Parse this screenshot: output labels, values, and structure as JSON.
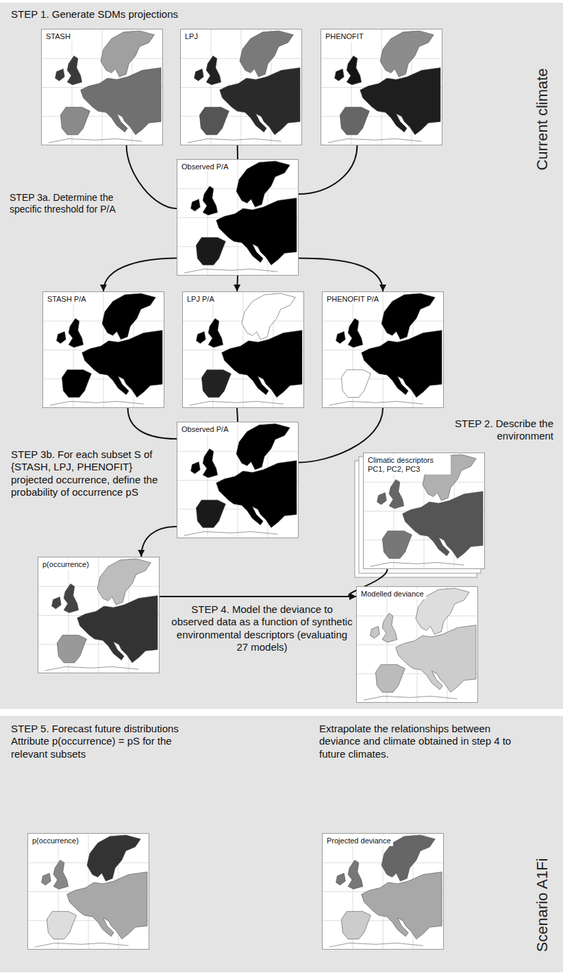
{
  "diagram": {
    "nodes": [
      {
        "text": [
          "STEP 1. Generate SDMs projections",
          "Current climate",
          "STEP 3a. Determine the specific threshold for P/A",
          "STEP 2. Describe the environment",
          "STEP 3b. For each subset S of {STASH, LPJ, PHENOFIT} projected occurrence, define the probability of occurrence pS",
          "STEP 4. Model the deviance to observed data as a function of synthetic environmental descriptors (evaluating 27 models)"
        ]
      },
      {
        "text": [
          "STASH"
        ],
        "in": 0
      },
      {
        "text": [
          "LPJ"
        ],
        "in": 0
      },
      {
        "text": [
          "PHENOFIT"
        ],
        "in": 0
      },
      {
        "text": [
          "Observed P/A"
        ],
        "in": 0
      },
      {
        "text": [
          "STASH P/A"
        ],
        "in": 0
      },
      {
        "text": [
          "LPJ P/A"
        ],
        "in": 0
      },
      {
        "text": [
          "PHENOFIT P/A"
        ],
        "in": 0
      },
      {
        "text": [
          "Observed P/A"
        ],
        "in": 0
      },
      {
        "text": [
          "Climatic descriptors PC1, PC2, PC3"
        ],
        "in": 0
      },
      {
        "text": [
          "p(occurrence)"
        ],
        "in": 0
      },
      {
        "text": [
          "Modelled deviance"
        ],
        "in": 0
      },
      {
        "text": [
          "STEP 5. Forecast future distributions Attribute p(occurrence) = pS for the relevant subsets",
          "Extrapolate the relationships between deviance and climate obtained in step 4 to future climates.",
          "Scenario A1Fi"
        ]
      },
      {
        "text": [
          "p(occurrence)"
        ],
        "in": 12
      },
      {
        "text": [
          "Projected deviance"
        ],
        "in": 12
      }
    ],
    "edges": [
      {
        "from": 1,
        "to": 4,
        "arrow": "none"
      },
      {
        "from": 2,
        "to": 4,
        "arrow": "none"
      },
      {
        "from": 3,
        "to": 4,
        "arrow": "none"
      },
      {
        "from": 4,
        "to": 5,
        "arrow": "to"
      },
      {
        "from": 4,
        "to": 6,
        "arrow": "to"
      },
      {
        "from": 4,
        "to": 7,
        "arrow": "to"
      },
      {
        "from": 5,
        "to": 8,
        "arrow": "none"
      },
      {
        "from": 6,
        "to": 8,
        "arrow": "none"
      },
      {
        "from": 7,
        "to": 8,
        "arrow": "none"
      },
      {
        "from": 8,
        "to": 10,
        "arrow": "to"
      },
      {
        "from": 10,
        "to": 11,
        "arrow": "to"
      },
      {
        "from": 9,
        "to": 11,
        "arrow": "to"
      }
    ]
  }
}
